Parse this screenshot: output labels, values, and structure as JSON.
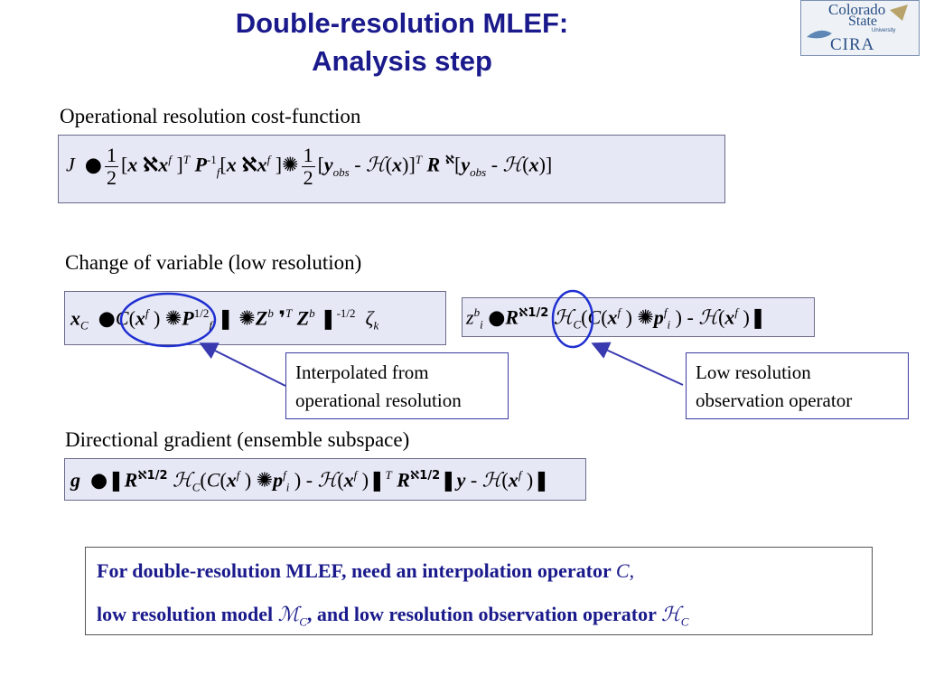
{
  "title": {
    "line1": "Double-resolution MLEF:",
    "line2": "Analysis step"
  },
  "logo": {
    "line1": "Colorado",
    "line2": "State",
    "line3": "University",
    "line4": "CIRA"
  },
  "sections": {
    "cost_function_heading": "Operational resolution cost-function",
    "change_variable_heading": "Change of variable (low resolution)",
    "gradient_heading": "Directional gradient (ensemble subspace)"
  },
  "notes": {
    "interpolated_line1": "Interpolated from",
    "interpolated_line2": "operational resolution",
    "lowres_line1": "Low resolution",
    "lowres_line2": "observation operator"
  },
  "bottom_box": {
    "line1_text": "For double-resolution MLEF, need an interpolation operator ",
    "line1_symbol": "C",
    "line1_end": ",",
    "line2_a": "low resolution model ",
    "line2_model_symbol": "ℳ",
    "line2_model_sub": "C",
    "line2_b": ", and low resolution observation operator ",
    "line2_obs_symbol": "ℋ",
    "line2_obs_sub": "C"
  },
  "colors": {
    "title": "#1a1a8c",
    "equation_box_fill": "#e6e8f6",
    "circle_stroke": "#1f2fd0",
    "arrow": "#3a3ab0"
  }
}
